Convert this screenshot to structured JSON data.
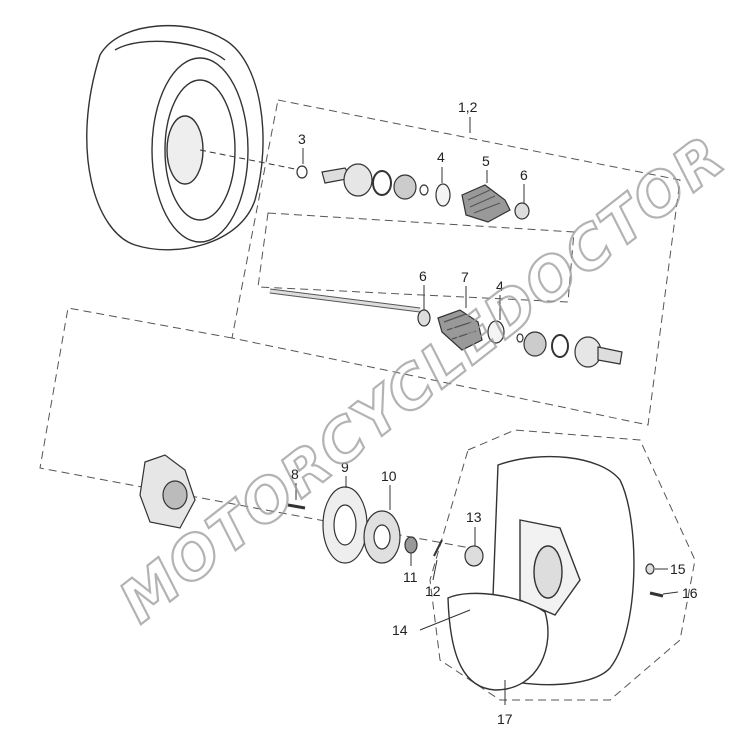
{
  "callouts": [
    {
      "id": "c-1-2",
      "text": "1,2"
    },
    {
      "id": "c-3",
      "text": "3"
    },
    {
      "id": "c-4a",
      "text": "4"
    },
    {
      "id": "c-5",
      "text": "5"
    },
    {
      "id": "c-6a",
      "text": "6"
    },
    {
      "id": "c-6b",
      "text": "6"
    },
    {
      "id": "c-7",
      "text": "7"
    },
    {
      "id": "c-4b",
      "text": "4"
    },
    {
      "id": "c-8",
      "text": "8"
    },
    {
      "id": "c-9",
      "text": "9"
    },
    {
      "id": "c-10",
      "text": "10"
    },
    {
      "id": "c-11",
      "text": "11"
    },
    {
      "id": "c-12",
      "text": "12"
    },
    {
      "id": "c-13",
      "text": "13"
    },
    {
      "id": "c-14",
      "text": "14"
    },
    {
      "id": "c-15",
      "text": "15"
    },
    {
      "id": "c-16",
      "text": "16"
    },
    {
      "id": "c-17",
      "text": "17"
    }
  ],
  "watermark": "MOTORCYCLEDOCTOR"
}
